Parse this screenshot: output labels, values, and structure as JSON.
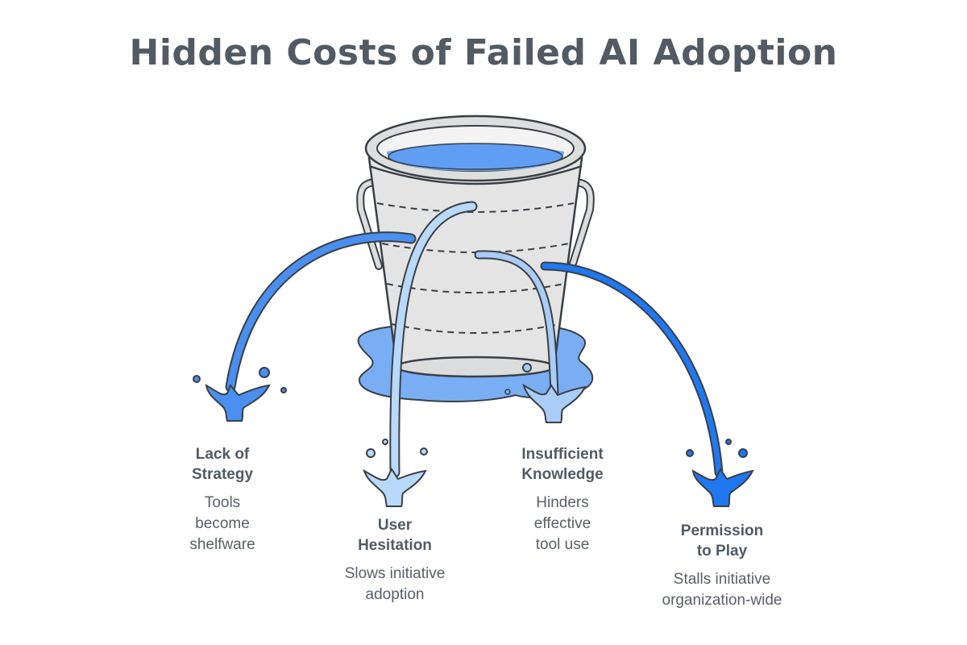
{
  "title": "Hidden Costs of Failed AI Adoption",
  "colors": {
    "text": "#525a63",
    "bucket_fill": "#e2e2e2",
    "bucket_stroke": "#3a3f45",
    "water": "#6ea8f5",
    "stream_1": "#4a8ff0",
    "stream_2": "#b9d9fb",
    "stream_3": "#a9cdf7",
    "stream_4": "#1f78f0"
  },
  "causes": [
    {
      "title": "Lack of\nStrategy",
      "description": "Tools\nbecome\nshelfware",
      "color": "#4a8ff0"
    },
    {
      "title": "User\nHesitation",
      "description": "Slows initiative\nadoption",
      "color": "#b9d9fb"
    },
    {
      "title": "Insufficient\nKnowledge",
      "description": "Hinders\neffective\ntool use",
      "color": "#a9cdf7"
    },
    {
      "title": "Permission\nto Play",
      "description": "Stalls initiative\norganization-wide",
      "color": "#1f78f0"
    }
  ]
}
